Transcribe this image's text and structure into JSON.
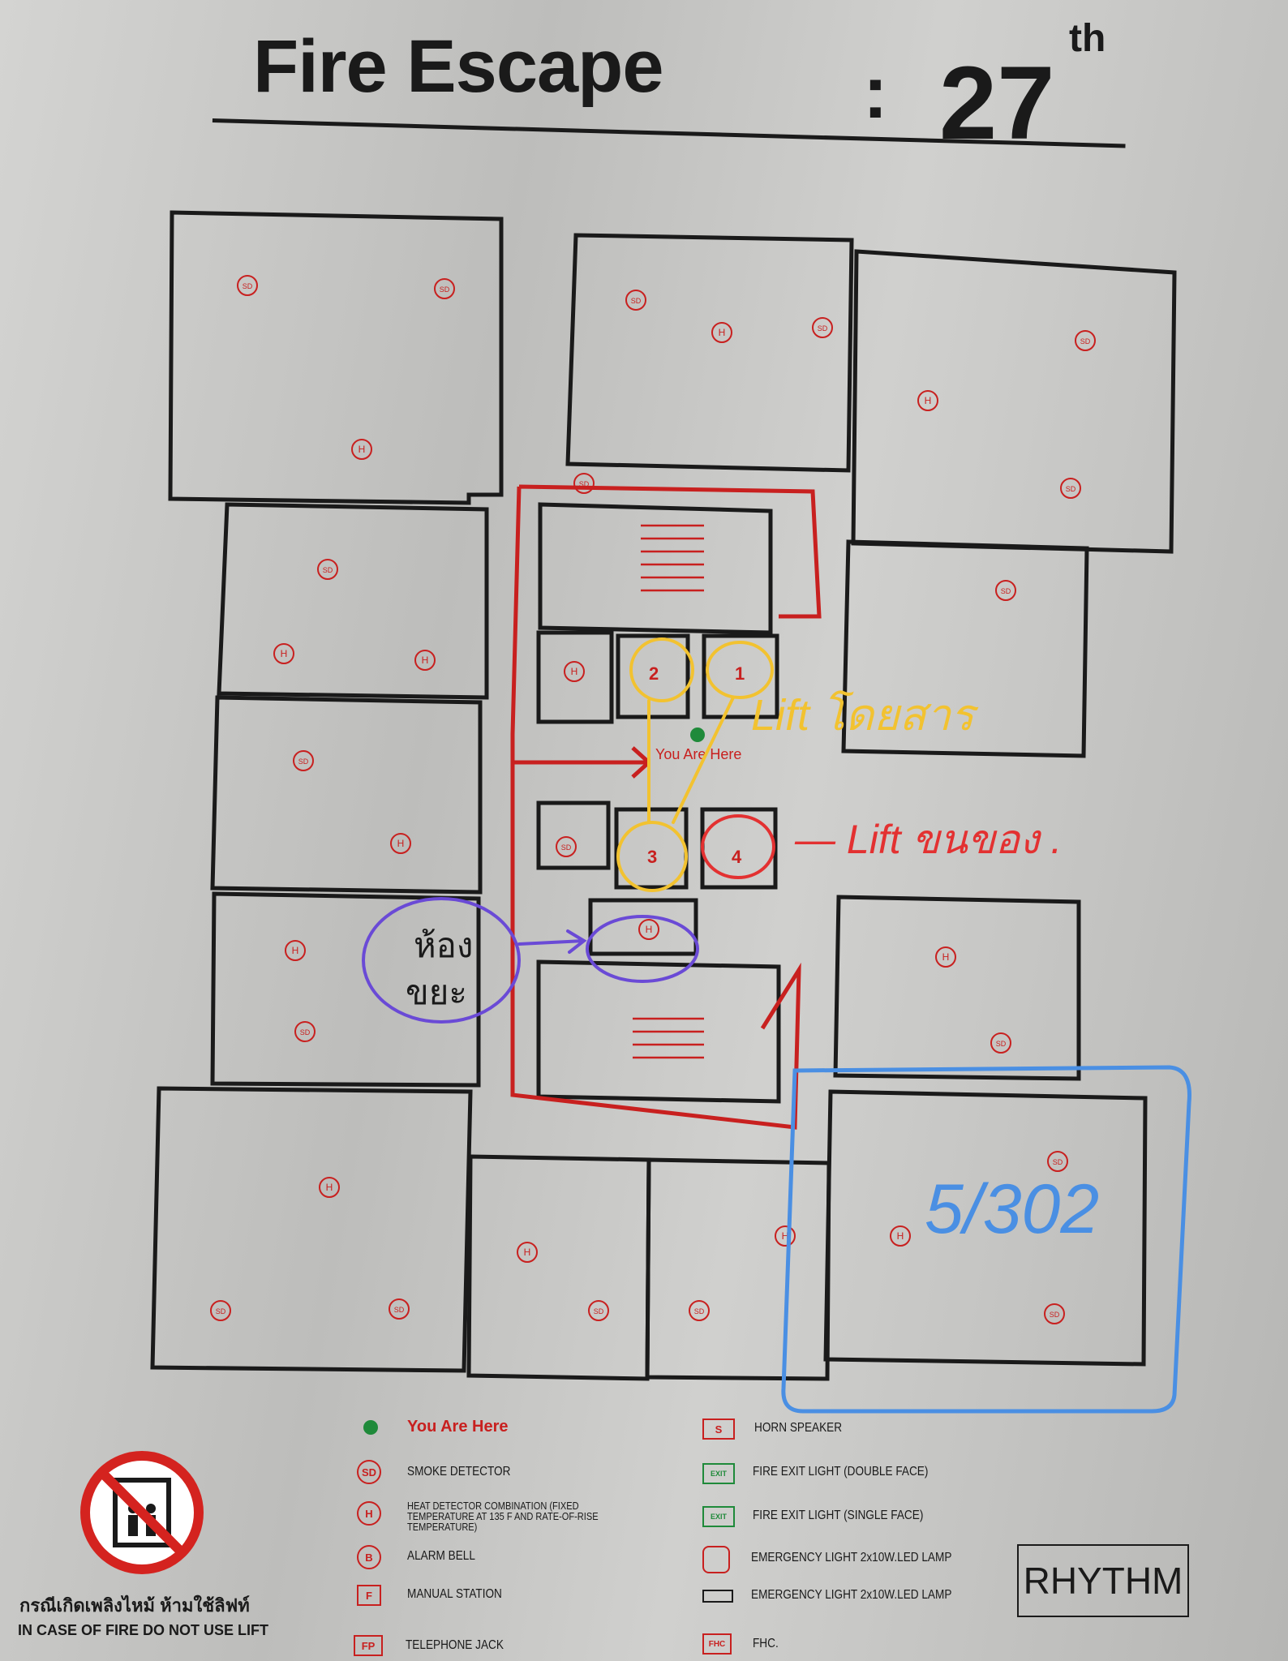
{
  "header": {
    "title": "Fire Escape",
    "separator": ":",
    "floor_number": "27",
    "floor_suffix": "th"
  },
  "map": {
    "you_are_here_label": "You Are Here",
    "lift_numbers": [
      "1",
      "2",
      "3",
      "4"
    ],
    "symbol_codes": {
      "smoke": "SD",
      "heat": "H"
    }
  },
  "annotations": {
    "passenger_lift": "Lift โดยสาร",
    "freight_lift": "— Lift ขนของ .",
    "garbage_room": [
      "ห้อง",
      "ขยะ"
    ],
    "unit": "5/302",
    "colors": {
      "yellow": "#f2c230",
      "red": "#e33131",
      "purple": "#6a4ad6",
      "blue": "#4a8fe3"
    }
  },
  "legend": {
    "items": [
      {
        "code": "",
        "label": "You Are Here"
      },
      {
        "code": "SD",
        "label": "SMOKE DETECTOR"
      },
      {
        "code": "H",
        "label": "HEAT DETECTOR COMBINATION (FIXED TEMPERATURE AT 135 F AND RATE-OF-RISE TEMPERATURE)"
      },
      {
        "code": "B",
        "label": "ALARM BELL"
      },
      {
        "code": "F",
        "label": "MANUAL STATION"
      },
      {
        "code": "FP",
        "label": "TELEPHONE JACK"
      },
      {
        "code": "S",
        "label": "HORN SPEAKER"
      },
      {
        "code": "EXIT",
        "label": "FIRE EXIT LIGHT (DOUBLE FACE)"
      },
      {
        "code": "EXIT",
        "label": "FIRE EXIT LIGHT (SINGLE FACE)"
      },
      {
        "code": "",
        "label": "EMERGENCY LIGHT  2x10W.LED LAMP"
      },
      {
        "code": "",
        "label": "EMERGENCY LIGHT  2x10W.LED LAMP"
      },
      {
        "code": "FHC",
        "label": "FHC."
      }
    ]
  },
  "warning": {
    "thai": "กรณีเกิดเพลิงไหม้ ห้ามใช้ลิฟท์",
    "english": "IN CASE OF FIRE DO NOT USE LIFT"
  },
  "brand": "RHYTHM",
  "colors": {
    "line": "#1a1a1a",
    "route": "#c8201f",
    "marker": "#1f8a3a"
  }
}
